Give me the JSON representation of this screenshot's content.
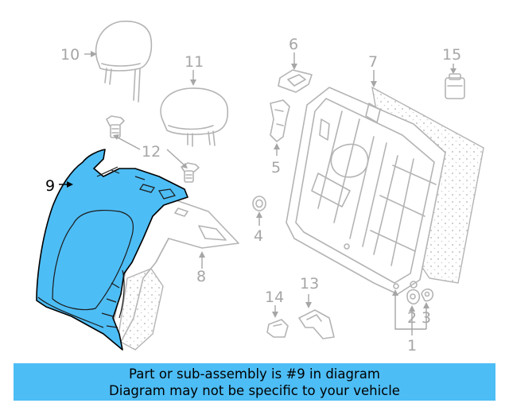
{
  "diagram": {
    "callouts": [
      {
        "id": "c1",
        "label": "1"
      },
      {
        "id": "c2",
        "label": "2"
      },
      {
        "id": "c3",
        "label": "3"
      },
      {
        "id": "c4",
        "label": "4"
      },
      {
        "id": "c5",
        "label": "5"
      },
      {
        "id": "c6",
        "label": "6"
      },
      {
        "id": "c7",
        "label": "7"
      },
      {
        "id": "c8",
        "label": "8"
      },
      {
        "id": "c9",
        "label": "9"
      },
      {
        "id": "c10",
        "label": "10"
      },
      {
        "id": "c11",
        "label": "11"
      },
      {
        "id": "c12",
        "label": "12"
      },
      {
        "id": "c13",
        "label": "13"
      },
      {
        "id": "c14",
        "label": "14"
      },
      {
        "id": "c15",
        "label": "15"
      }
    ],
    "highlighted_part": "9"
  },
  "banner": {
    "line1": "Part or sub-assembly is #9 in diagram",
    "line2": "Diagram may not be specific to your vehicle",
    "color": "#4dbdf5"
  },
  "colors": {
    "highlight_fill": "#4dbdf5",
    "part_stroke": "#b4b4b4",
    "callout_text": "#a6a6a6"
  }
}
